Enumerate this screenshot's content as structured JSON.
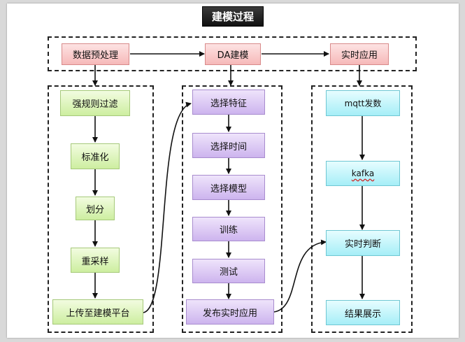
{
  "title": "建模过程",
  "top_row": {
    "preprocess": "数据预处理",
    "modeling": "DA建模",
    "realtime": "实时应用"
  },
  "left_column": [
    "强规则过滤",
    "标准化",
    "划分",
    "重采样",
    "上传至建模平台"
  ],
  "middle_column": [
    "选择特征",
    "选择时间",
    "选择模型",
    "训练",
    "测试",
    "发布实时应用"
  ],
  "right_column": [
    "mqtt发数",
    "kafka",
    "实时判断",
    "结果展示"
  ]
}
